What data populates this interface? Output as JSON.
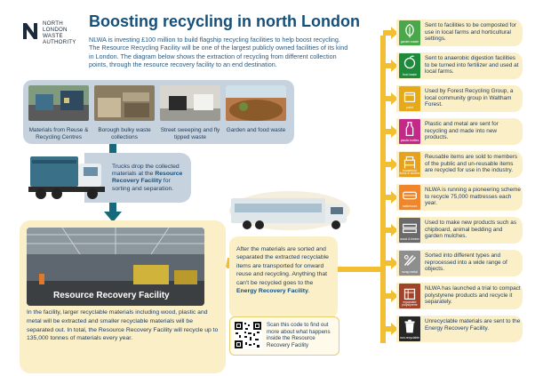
{
  "logo": {
    "line1": "NORTH",
    "line2": "LONDON",
    "line3": "WASTE",
    "line4": "AUTHORITY"
  },
  "title": "Boosting recycling in north London",
  "intro": "NLWA is investing £100 million to build flagship recycling facilities to help boost recycling. The Resource Recycling Facility will be one of the largest publicly owned facilities of its kind in London. The diagram below shows the extraction of recycling from different collection points, through the resource recovery facility to an end destination.",
  "sources": [
    {
      "label": "Materials from Reuse & Recycling Centres"
    },
    {
      "label": "Borough bulky waste collections"
    },
    {
      "label": "Street sweeping and fly tipped waste"
    },
    {
      "label": "Garden and food waste"
    }
  ],
  "truck": {
    "before": "Trucks drop the collected materials at the ",
    "facility": "Resource Recovery Facility",
    "after": " for sorting and separation."
  },
  "facility": {
    "label": "Resource Recovery Facility",
    "text": "In the facility, larger recyclable materials including wood, plastic and metal will be extracted and smaller recyclable materials will be separated out. In total, the Resource Recovery Facility will recycle up to 135,000 tonnes of materials every year."
  },
  "middle": {
    "before": "After the materials are sorted and separated the extracted recyclable items are transported for onward reuse and recycling. Anything that can't be recycled goes to the ",
    "erf": "Energy Recovery Facility",
    "after": "."
  },
  "qr": {
    "text": "Scan this code to find out more about what happens inside the Resource Recovery Facility"
  },
  "outcomes": [
    {
      "icon": "garden-waste-icon",
      "label": "garden waste",
      "color": "#4aa84a",
      "text": "Sent to facilities to be composted for use in local farms and horticultural settings."
    },
    {
      "icon": "food-waste-icon",
      "label": "food waste",
      "color": "#1f8a3c",
      "text": "Sent to anaerobic digestion facilities to be turned into fertilizer and used at local farms."
    },
    {
      "icon": "paint-icon",
      "label": "paint",
      "color": "#e6a919",
      "text": "Used by Forest Recycling Group, a local community group in Waltham Forest."
    },
    {
      "icon": "bottle-icon",
      "label": "plastic bottles",
      "color": "#c12a86",
      "text": "Plastic and metal are sent for recycling and made into new products."
    },
    {
      "icon": "furniture-icon",
      "label": "household items & clothes",
      "color": "#e6a11e",
      "text": "Reusable items are sold to members of the public and un-reusable items are recycled for use in the industry."
    },
    {
      "icon": "mattress-icon",
      "label": "mattresses",
      "color": "#f0862b",
      "text": "NLWA is running a pioneering scheme to recycle 75,000 mattresses each year."
    },
    {
      "icon": "wood-icon",
      "label": "wood & timber",
      "color": "#6a6a6a",
      "text": "Used to make new products such as chipboard, animal bedding and garden mulches."
    },
    {
      "icon": "scrap-metal-icon",
      "label": "scrap metal",
      "color": "#8e8e8e",
      "text": "Sorted into different types and reprocessed into a wide range of objects."
    },
    {
      "icon": "polystyrene-icon",
      "label": "expanded polystyrene",
      "color": "#a0432a",
      "text": "NLWA has launched a trial to compact polystyrene products and recycle it separately."
    },
    {
      "icon": "rubbish-bin-icon",
      "label": "non-recyclable",
      "color": "#262626",
      "text": "Unrecyclable materials are sent to the Energy Recovery Facility."
    }
  ],
  "colors": {
    "navy": "#15507a",
    "teal": "#15697a",
    "arrow": "#f2bf33",
    "panel": "#c6d3de",
    "cream": "#fbefc8"
  }
}
